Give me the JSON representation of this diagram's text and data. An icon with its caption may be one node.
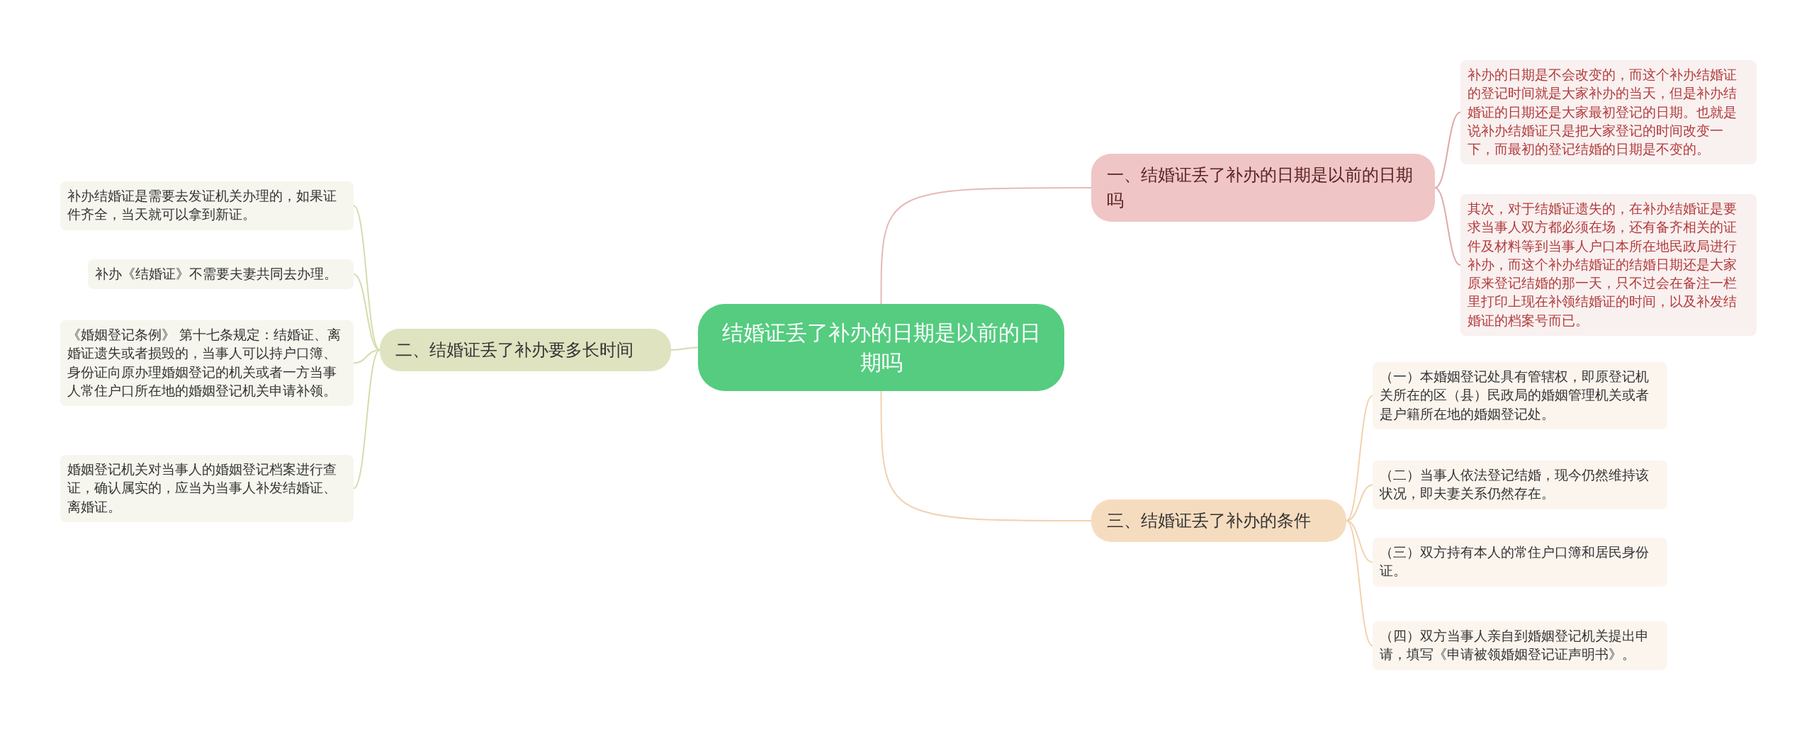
{
  "diagram": {
    "nodes": [
      {
        "text": [
          "结婚证丢了补办的日期是以前的日期吗"
        ]
      },
      {
        "text": [
          "一、结婚证丢了补办的日期是以前的日期吗"
        ]
      },
      {
        "text": [
          "补办的日期是不会改变的，而这个补办结婚证的登记时间就是大家补办的当天，但是补办结婚证的日期还是大家最初登记的日期。也就是说补办结婚证只是把大家登记的时间改变一下，而最初的登记结婚的日期是不变的。"
        ]
      },
      {
        "text": [
          "其次，对于结婚证遗失的，在补办结婚证是要求当事人双方都必须在场，还有备齐相关的证件及材料等到当事人户口本所在地民政局进行补办，而这个补办结婚证的结婚日期还是大家原来登记结婚的那一天，只不过会在备注一栏里打印上现在补领结婚证的时间，以及补发结婚证的档案号而已。"
        ]
      },
      {
        "text": [
          "二、结婚证丢了补办要多长时间"
        ]
      },
      {
        "text": [
          "补办结婚证是需要去发证机关办理的，如果证件齐全，当天就可以拿到新证。"
        ]
      },
      {
        "text": [
          "补办《结婚证》不需要夫妻共同去办理。"
        ]
      },
      {
        "text": [
          "《婚姻登记条例》 第十七条规定：结婚证、离婚证遗失或者损毁的，当事人可以持户口簿、身份证向原办理婚姻登记的机关或者一方当事人常住户口所在地的婚姻登记机关申请补领。"
        ]
      },
      {
        "text": [
          "婚姻登记机关对当事人的婚姻登记档案进行查证，确认属实的，应当为当事人补发结婚证、离婚证。"
        ]
      },
      {
        "text": [
          "三、结婚证丢了补办的条件"
        ]
      },
      {
        "text": [
          "（一）本婚姻登记处具有管辖权，即原登记机关所在的区（县）民政局的婚姻管理机关或者是户籍所在地的婚姻登记处。"
        ]
      },
      {
        "text": [
          "（二）当事人依法登记结婚，现今仍然维持该状况，即夫妻关系仍然存在。"
        ]
      },
      {
        "text": [
          "（三）双方持有本人的常住户口簿和居民身份证。"
        ]
      },
      {
        "text": [
          "（四）双方当事人亲自到婚姻登记机关提出申请，填写《申请被领婚姻登记证声明书》。"
        ]
      }
    ],
    "edges": [
      {
        "from": 0,
        "to": 1,
        "arrow": "none",
        "color": "#e6b9b9"
      },
      {
        "from": 1,
        "to": 2,
        "arrow": "none",
        "color": "#e0a9a9"
      },
      {
        "from": 1,
        "to": 3,
        "arrow": "none",
        "color": "#e0a9a9"
      },
      {
        "from": 0,
        "to": 4,
        "arrow": "none",
        "color": "#d6dbad"
      },
      {
        "from": 4,
        "to": 5,
        "arrow": "none",
        "color": "#d6dbad"
      },
      {
        "from": 4,
        "to": 6,
        "arrow": "none",
        "color": "#d6dbad"
      },
      {
        "from": 4,
        "to": 7,
        "arrow": "none",
        "color": "#d6dbad"
      },
      {
        "from": 4,
        "to": 8,
        "arrow": "none",
        "color": "#d6dbad"
      },
      {
        "from": 0,
        "to": 9,
        "arrow": "none",
        "color": "#f1d2ae"
      },
      {
        "from": 9,
        "to": 10,
        "arrow": "none",
        "color": "#f1d2ae"
      },
      {
        "from": 9,
        "to": 11,
        "arrow": "none",
        "color": "#f1d2ae"
      },
      {
        "from": 9,
        "to": 12,
        "arrow": "none",
        "color": "#f1d2ae"
      },
      {
        "from": 9,
        "to": 13,
        "arrow": "none",
        "color": "#f1d2ae"
      }
    ]
  }
}
